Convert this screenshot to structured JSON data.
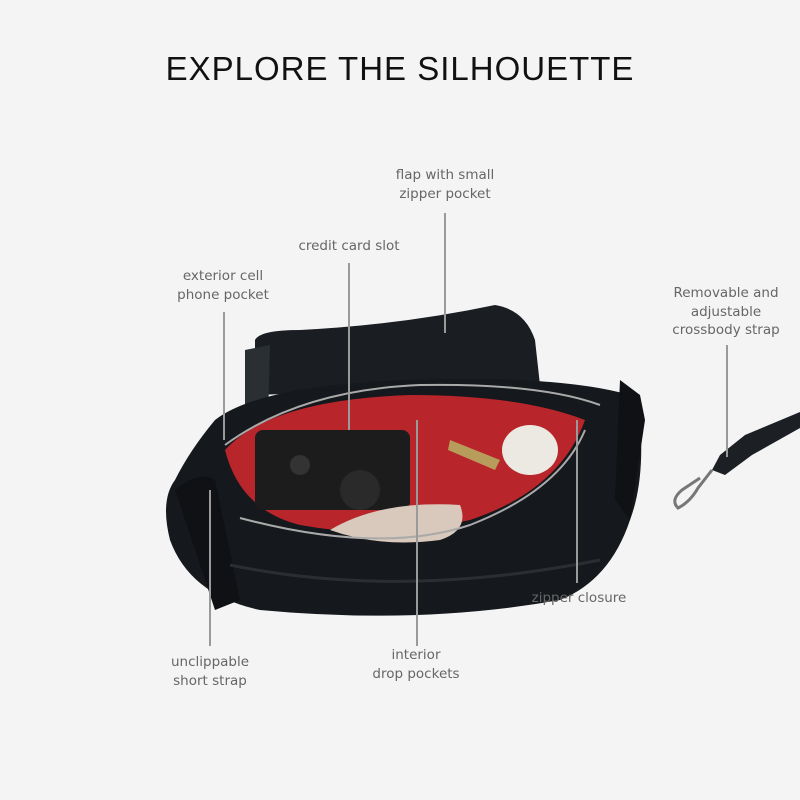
{
  "title": "EXPLORE THE SILHOUETTE",
  "callouts": {
    "flap": [
      "flap with small",
      "zipper pocket"
    ],
    "card_slot": [
      "credit card slot"
    ],
    "phone_pocket": [
      "exterior cell",
      "phone pocket"
    ],
    "crossbody_strap": [
      "Removable and",
      "adjustable",
      "crossbody strap"
    ],
    "zipper": [
      "zipper closure"
    ],
    "drop_pockets": [
      "interior",
      "drop pockets"
    ],
    "short_strap": [
      "unclippable",
      "short strap"
    ]
  },
  "colors": {
    "leather": "#15181c",
    "lining": "#b8262b",
    "label": "#666666",
    "background": "#f4f4f4"
  }
}
